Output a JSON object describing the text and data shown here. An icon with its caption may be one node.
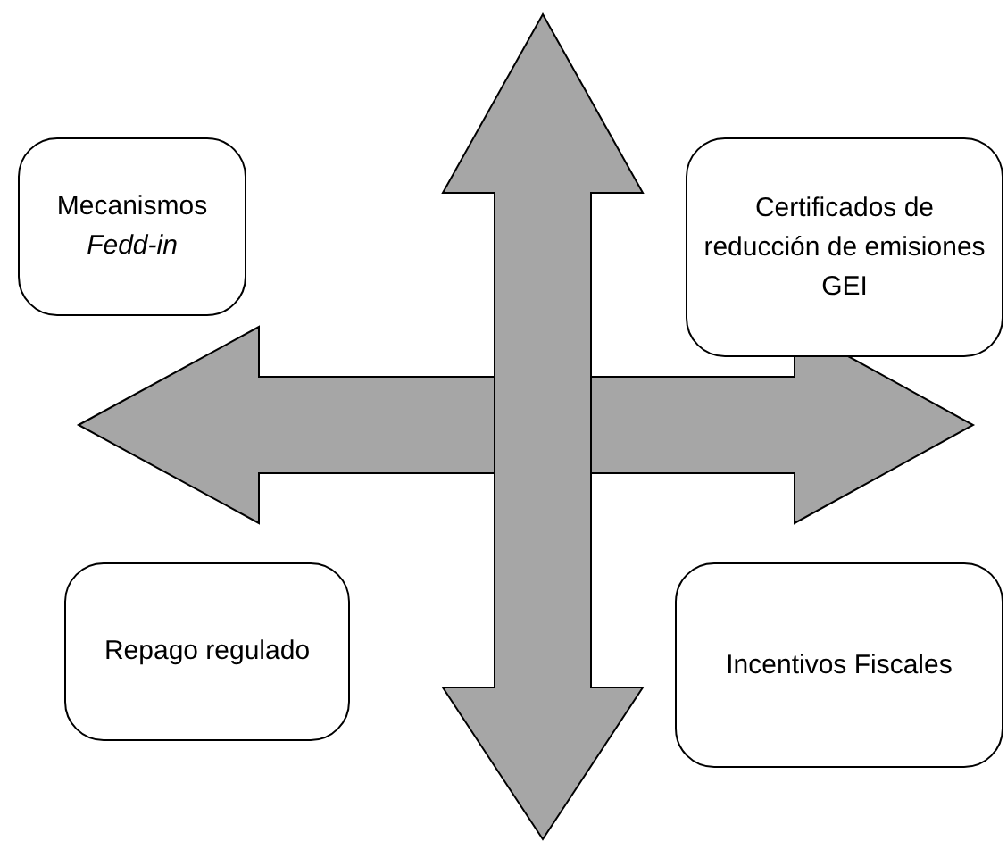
{
  "diagram": {
    "nodes": [
      {
        "text": [
          "Mecanismos *Fedd-in*"
        ]
      },
      {
        "text": [
          "Certificados de reducción de emisiones GEI"
        ]
      },
      {
        "text": [
          "Repago regulado"
        ]
      },
      {
        "text": [
          "Incentivos Fiscales"
        ]
      }
    ]
  }
}
